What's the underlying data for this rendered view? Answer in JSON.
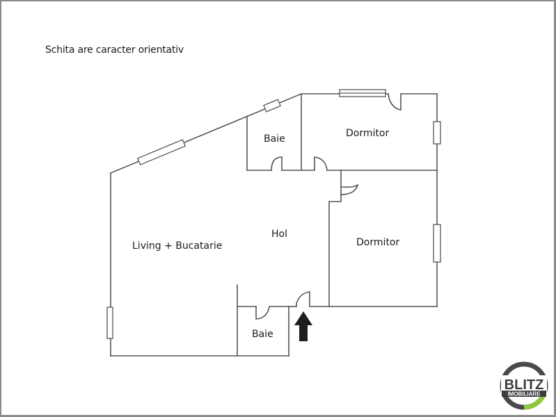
{
  "note": "Schita are caracter orientativ",
  "rooms": {
    "baie_top": "Baie",
    "dormitor_top": "Dormitor",
    "hol": "Hol",
    "living": "Living + Bucatarie",
    "dormitor_right": "Dormitor",
    "baie_bottom": "Baie"
  },
  "logo": {
    "brand": "BLITZ",
    "sub": "IMOBILIARE",
    "ring_color": "#4a4a4a",
    "accent_color": "#8dc63f"
  },
  "colors": {
    "wall": "#555555",
    "arrow": "#1e1e1e",
    "frame": "#8a8a8a"
  }
}
